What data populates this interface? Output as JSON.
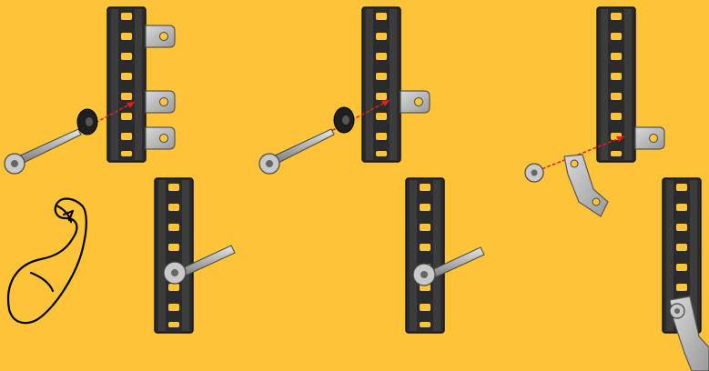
{
  "illustration": {
    "background_color": "#FDC43A",
    "rail_color": "#2b2b2b",
    "rail_edge_color": "#444444",
    "bracket_color": "#b8b8b8",
    "guide_line_color": "#e02020",
    "icon": "flexed-arm-icon",
    "panels": [
      {
        "step": "assembly-a",
        "parts": [
          "bolt",
          "spacer",
          "rail",
          "tab-bracket"
        ]
      },
      {
        "step": "assembly-b",
        "parts": [
          "bolt",
          "spacer",
          "rail",
          "tab-bracket"
        ]
      },
      {
        "step": "assembly-c",
        "parts": [
          "short-bolt",
          "angled-bracket",
          "rail",
          "tab-bracket"
        ]
      }
    ]
  }
}
